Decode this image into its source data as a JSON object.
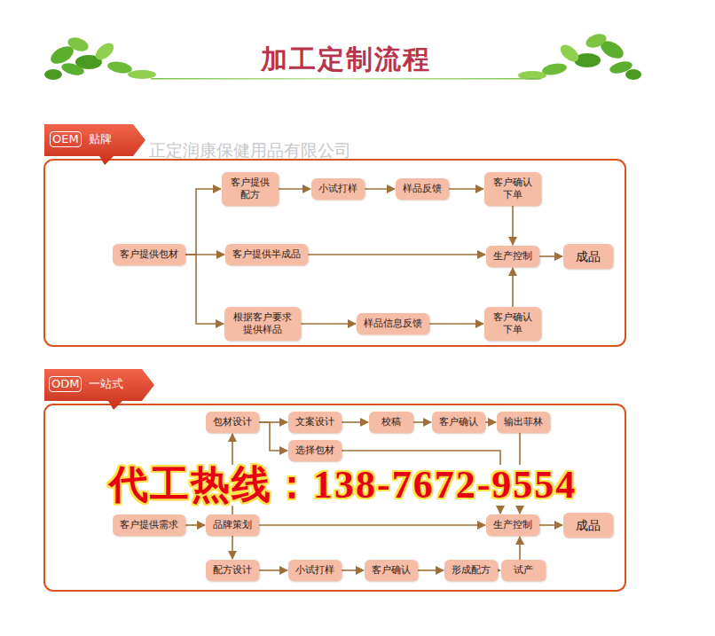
{
  "diagram": {
    "title": "加工定制流程",
    "nodes": [
      {
        "text": [
          "客户提供包材"
        ]
      },
      {
        "text": [
          "客户提供 配方"
        ]
      },
      {
        "text": [
          "小试打样"
        ]
      },
      {
        "text": [
          "样品反馈"
        ]
      },
      {
        "text": [
          "客户确认 下单"
        ]
      },
      {
        "text": [
          "客户提供半成品"
        ]
      },
      {
        "text": [
          "生产控制"
        ]
      },
      {
        "text": [
          "成品"
        ]
      },
      {
        "text": [
          "根据客户要求 提供样品"
        ]
      },
      {
        "text": [
          "样品信息反馈"
        ]
      },
      {
        "text": [
          "客户确认 下单"
        ]
      },
      {
        "text": [
          "包材设计"
        ]
      },
      {
        "text": [
          "文案设计"
        ]
      },
      {
        "text": [
          "校稿"
        ]
      },
      {
        "text": [
          "客户确认"
        ]
      },
      {
        "text": [
          "输出菲林"
        ]
      },
      {
        "text": [
          "选择包材"
        ]
      },
      {
        "text": [
          "客户提供需求"
        ]
      },
      {
        "text": [
          "品牌策划"
        ]
      },
      {
        "text": [
          "生产控制"
        ]
      },
      {
        "text": [
          "成品"
        ]
      },
      {
        "text": [
          "配方设计"
        ]
      },
      {
        "text": [
          "小试打样"
        ]
      },
      {
        "text": [
          "客户确认"
        ]
      },
      {
        "text": [
          "形成配方"
        ]
      },
      {
        "text": [
          "试产"
        ]
      }
    ],
    "edges": [
      {
        "from": 0,
        "to": 1,
        "arrow": "to"
      },
      {
        "from": 0,
        "to": 5,
        "arrow": "to"
      },
      {
        "from": 0,
        "to": 8,
        "arrow": "to"
      },
      {
        "from": 1,
        "to": 2,
        "arrow": "to"
      },
      {
        "from": 2,
        "to": 3,
        "arrow": "to"
      },
      {
        "from": 3,
        "to": 4,
        "arrow": "to"
      },
      {
        "from": 4,
        "to": 6,
        "arrow": "to"
      },
      {
        "from": 5,
        "to": 6,
        "arrow": "to"
      },
      {
        "from": 8,
        "to": 9,
        "arrow": "to"
      },
      {
        "from": 9,
        "to": 10,
        "arrow": "to"
      },
      {
        "from": 10,
        "to": 6,
        "arrow": "to"
      },
      {
        "from": 6,
        "to": 7,
        "arrow": "to"
      },
      {
        "from": 11,
        "to": 12,
        "arrow": "to"
      },
      {
        "from": 11,
        "to": 16,
        "arrow": "to"
      },
      {
        "from": 12,
        "to": 13,
        "arrow": "to"
      },
      {
        "from": 13,
        "to": 14,
        "arrow": "to"
      },
      {
        "from": 14,
        "to": 15,
        "arrow": "to"
      },
      {
        "from": 15,
        "to": 19,
        "arrow": "to"
      },
      {
        "from": 16,
        "to": 19,
        "arrow": "to"
      },
      {
        "from": 17,
        "to": 18,
        "arrow": "to"
      },
      {
        "from": 18,
        "to": 11,
        "arrow": "to"
      },
      {
        "from": 18,
        "to": 21,
        "arrow": "to"
      },
      {
        "from": 18,
        "to": 19,
        "arrow": "to"
      },
      {
        "from": 19,
        "to": 20,
        "arrow": "to"
      },
      {
        "from": 21,
        "to": 22,
        "arrow": "to"
      },
      {
        "from": 22,
        "to": 23,
        "arrow": "to"
      },
      {
        "from": 23,
        "to": 24,
        "arrow": "to"
      },
      {
        "from": 24,
        "to": 25,
        "arrow": "to"
      },
      {
        "from": 25,
        "to": 19,
        "arrow": "to"
      }
    ],
    "labels": [
      "正定润康保健用品有限公司",
      "OEM",
      "贴牌",
      "ODM",
      "一站式",
      "代工热线：138-7672-9554"
    ]
  }
}
